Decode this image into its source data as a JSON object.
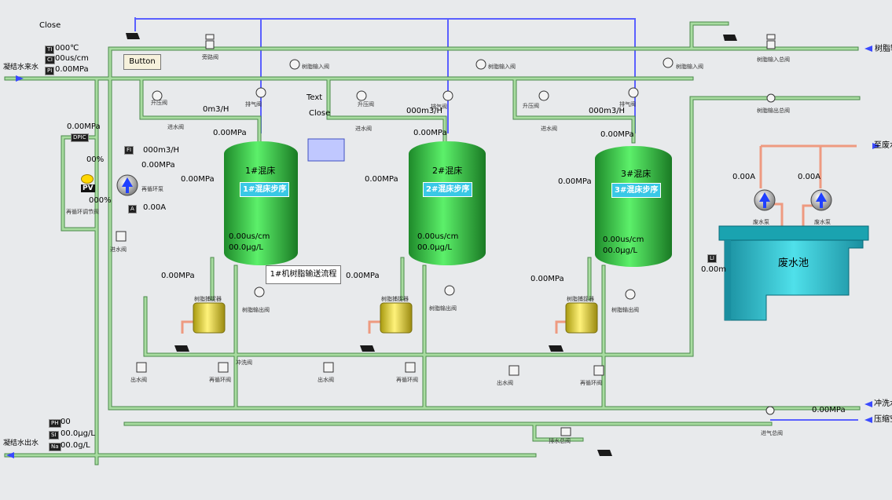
{
  "header": {
    "close_top": "Close",
    "button": "Button",
    "text_label": "Text",
    "close_mid": "Close"
  },
  "inlet": {
    "label": "凝结水来水",
    "t_tag": "TI",
    "temp": "000℃",
    "c_tag": "CI",
    "cond": "00us/cm",
    "p_tag": "PI",
    "pres": "0.00MPa"
  },
  "outlet": {
    "label": "凝结水出水",
    "ph_tag": "PH",
    "ph": "00",
    "si_tag": "SI",
    "si": "00.0μg/L",
    "na_tag": "Na",
    "na": "00.0g/L"
  },
  "recirc": {
    "pres": "0.00MPa",
    "pdic_tag": "DPIC",
    "pct_top": "00%",
    "pct_bot": "000%",
    "pv": "PV",
    "valve_label": "再循环调节阀",
    "flow_tag": "FI",
    "flow": "000m3/H",
    "pump_pres": "0.00MPa",
    "pump_label": "再循环泵",
    "current_tag": "A",
    "current": "0.00A"
  },
  "beds": [
    {
      "name": "1#混床",
      "step": "1#混床步序",
      "pres": "0.00MPa",
      "dp": "0.00MPa",
      "cond": "0.00us/cm",
      "si": "00.0μg/L",
      "flow": "0m3/H",
      "trap_pres": "0.00MPa",
      "trap": "树脂捕捉器"
    },
    {
      "name": "2#混床",
      "step": "2#混床步序",
      "pres": "0.00MPa",
      "dp": "0.00MPa",
      "cond": "0.00us/cm",
      "si": "00.0μg/L",
      "flow": "000m3/H",
      "trap_pres": "0.00MPa",
      "trap": "树脂捕捉器"
    },
    {
      "name": "3#混床",
      "step": "3#混床步序",
      "pres": "0.00MPa",
      "dp": "0.00MPa",
      "cond": "0.00us/cm",
      "si": "00.0μg/L",
      "flow": "000m3/H",
      "trap_pres": "0.00MPa",
      "trap": "树脂捕捉器"
    }
  ],
  "resin_flow_button": "1#机树脂输送流程",
  "waste": {
    "pool": "废水池",
    "level": "0.00m",
    "level_tag": "LI",
    "pump1_current": "0.00A",
    "pump2_current": "0.00A",
    "pump_label": "废水泵",
    "out_label": "至废水"
  },
  "right_lines": {
    "resin": "树脂输送",
    "flush": "冲洗水",
    "air": "压缩空气",
    "air_pres": "0.00MPa"
  },
  "valves": {
    "bypass": "旁路阀",
    "resin_in_main": "树脂输入总阀",
    "resin_out_main": "树脂输出总阀",
    "resin_in": "树脂输入阀",
    "resin_out": "树脂输出阀",
    "vent": "排气阀",
    "boost": "升压阀",
    "inlet": "进水阀",
    "outlet": "出水阀",
    "recirc": "再循环阀",
    "drain": "排水总阀",
    "flush": "冲洗阀",
    "air": "进气总阀"
  },
  "colors": {
    "pipe": "#a8dca0",
    "pipe_edge": "#4a8a4a",
    "bed": "#33d143",
    "air_line": "#5a60ff",
    "hot_line": "#ee9a80",
    "pool": "#2bb9c4"
  }
}
